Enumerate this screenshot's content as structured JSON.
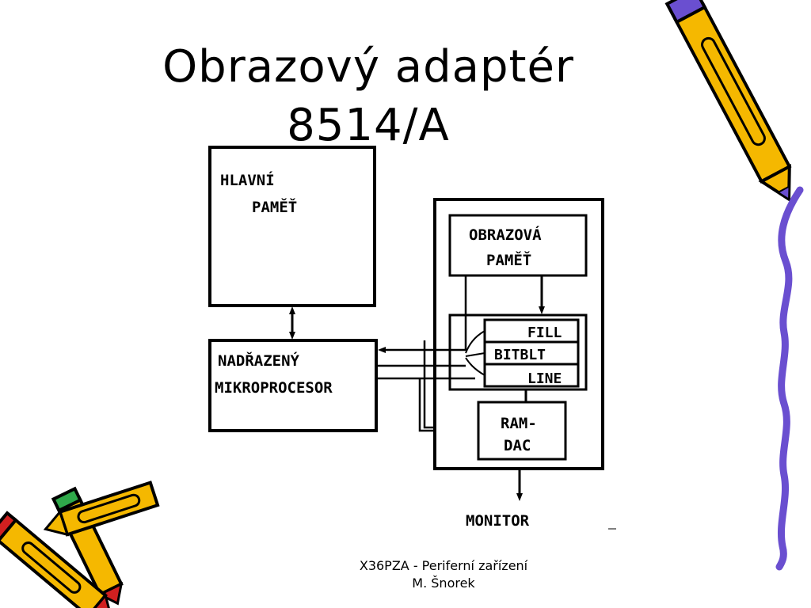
{
  "title": {
    "line1": "Obrazový adaptér",
    "line2": "8514/A"
  },
  "diagram": {
    "main_memory": [
      "HLAVNÍ",
      "PAMĚŤ"
    ],
    "host_cpu": [
      "NADŘAZENÝ",
      "MIKROPROCESOR"
    ],
    "video_memory": [
      "OBRAZOVÁ",
      "PAMĚŤ"
    ],
    "operations": [
      "FILL",
      "BITBLT",
      "LINE"
    ],
    "ramdac": [
      "RAM-",
      "DAC"
    ],
    "monitor": "MONITOR"
  },
  "footer": {
    "line1": "X36PZA - Periferní zařízení",
    "line2": "M. Šnorek"
  },
  "icons": [
    "pencil-icon",
    "crayon-icon",
    "wavy-line-decoration"
  ]
}
